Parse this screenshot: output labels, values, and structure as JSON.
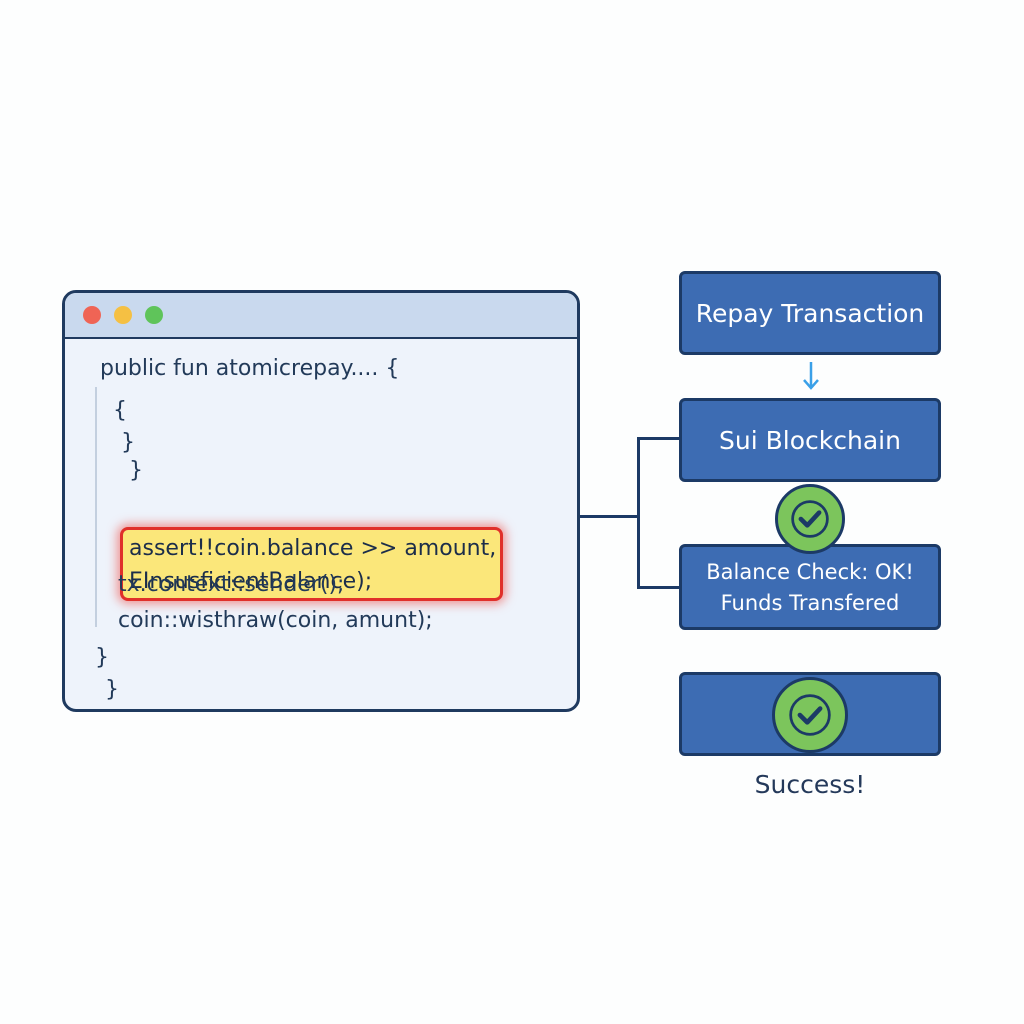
{
  "code_window": {
    "title_dots": [
      "red",
      "yellow",
      "green"
    ],
    "lines": [
      "public fun atomicrepay.... {",
      "{",
      "}",
      "}",
      "tx.context::sender();",
      "coin::wisthraw(coin, amunt);",
      "}",
      "}"
    ],
    "highlighted_lines": [
      "assert!!coin.balance >> amount,",
      "EInsusficientBalance);"
    ]
  },
  "flow": {
    "repay_transaction": "Repay Transaction",
    "sui_blockchain": "Sui Blockchain",
    "balance_check_line1": "Balance Check: OK!",
    "balance_check_line2": "Funds Transfered",
    "success_label": "Success!",
    "icons": [
      "down-arrow-icon",
      "checkmark-icon",
      "checkmark-icon"
    ]
  },
  "colors": {
    "box_fill": "#3d6cb3",
    "box_border": "#1c3a66",
    "check_fill": "#7cc55c",
    "highlight_fill": "#fbe77a",
    "highlight_border": "#e0302a",
    "arrow": "#3aa0e8"
  }
}
